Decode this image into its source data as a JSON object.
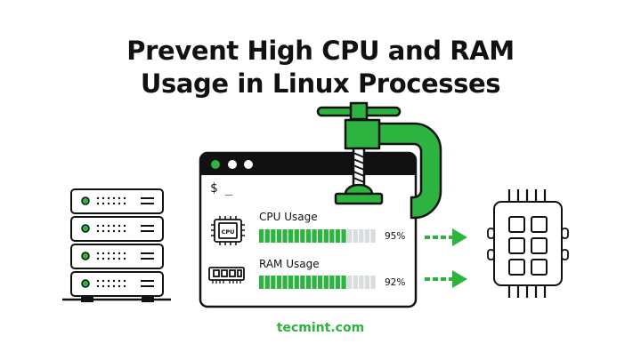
{
  "title": {
    "line1": "Prevent High CPU and RAM",
    "line2": "Usage in Linux Processes"
  },
  "terminal": {
    "prompt": "$ _",
    "cpu": {
      "label": "CPU Usage",
      "chip_text": "CPU",
      "percent_text": "95%",
      "level": 0.75
    },
    "ram": {
      "label": "RAM Usage",
      "percent_text": "92%",
      "level": 0.75
    }
  },
  "footer": {
    "site": "tecmint.com"
  },
  "colors": {
    "accent": "#2db33f",
    "dark": "#111111",
    "bar_empty": "#d9dcdf"
  },
  "icons": [
    "server-rack-icon",
    "terminal-window-icon",
    "clamp-icon",
    "cpu-chip-icon",
    "ram-module-icon",
    "arrow-right-icon",
    "processor-chip-icon"
  ]
}
